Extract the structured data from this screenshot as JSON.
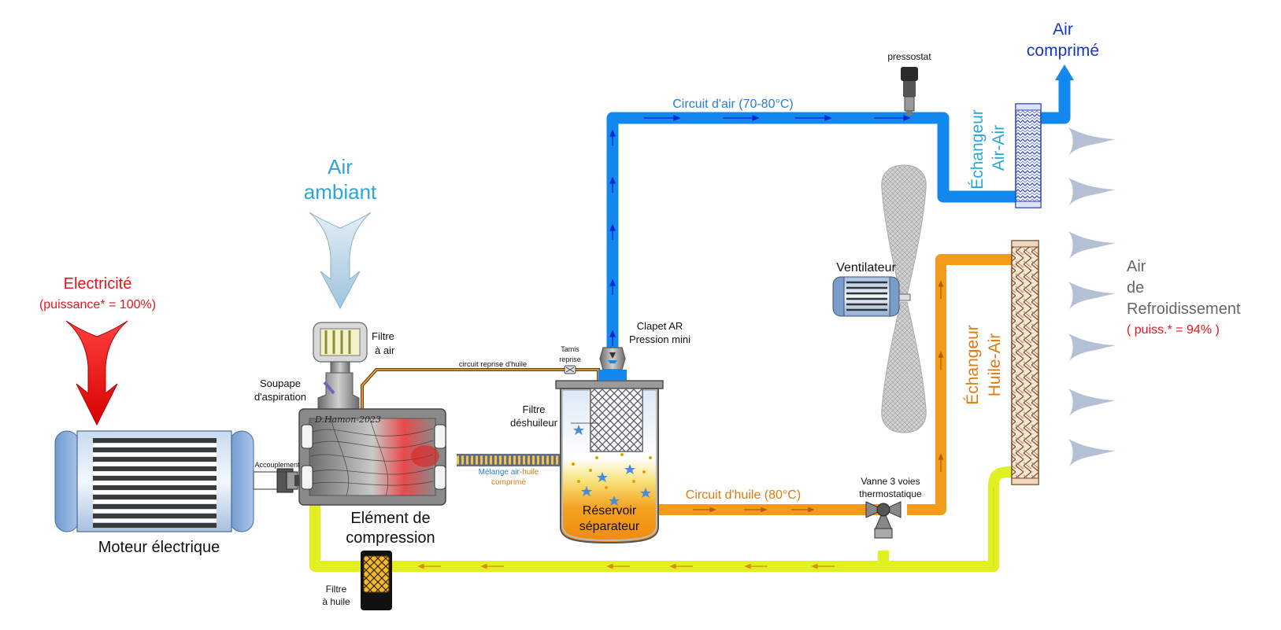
{
  "colors": {
    "electricity": "#e8141b",
    "ambient_air": "#2aa7d6",
    "air_circuit": "#1288ee",
    "compressed_air": "#1a35c8",
    "oil_hot": "#f59b1c",
    "oil_cool": "#e0f020",
    "oil_label": "#e07a10",
    "cooling_air": "#7a8598",
    "gray_label": "#666666"
  },
  "labels": {
    "electricity_title": "Electricité",
    "electricity_power": "(puissance* = 100%)",
    "ambient_air_1": "Air",
    "ambient_air_2": "ambiant",
    "air_filter_1": "Filtre",
    "air_filter_2": "à air",
    "intake_valve_1": "Soupape",
    "intake_valve_2": "d'aspiration",
    "coupling": "Accouplement",
    "motor": "Moteur électrique",
    "element_1": "Elément de",
    "element_2": "compression",
    "signature": "D.Hamon-2023",
    "oil_return": "circuit reprise d'huile",
    "strainer_1": "Tamis",
    "strainer_2": "reprise",
    "separator_filter_1": "Filtre",
    "separator_filter_2": "déshuileur",
    "mix_prefix": "Mélange ",
    "mix_air": "air-",
    "mix_oil": "huile",
    "mix_2": "comprimé",
    "check_valve_1": "Clapet AR",
    "check_valve_2": "Pression mini",
    "tank_1": "Réservoir",
    "tank_2": "séparateur",
    "air_circuit": "Circuit d'air (70-80°C)",
    "oil_circuit": "Circuit d'huile (80°C)",
    "pressure_switch": "pressostat",
    "fan": "Ventilateur",
    "three_way_1": "Vanne 3 voies",
    "three_way_2": "thermostatique",
    "oil_filter_1": "Filtre",
    "oil_filter_2": "à huile",
    "air_exchanger_1": "Échangeur",
    "air_exchanger_2": "Air-Air",
    "oil_exchanger_1": "Échangeur",
    "oil_exchanger_2": "Huile-Air",
    "compressed_1": "Air",
    "compressed_2": "comprimé",
    "cooling_1": "Air",
    "cooling_2": "de",
    "cooling_3": "Refroidissement",
    "cooling_power": "( puiss.* = 94% )"
  }
}
